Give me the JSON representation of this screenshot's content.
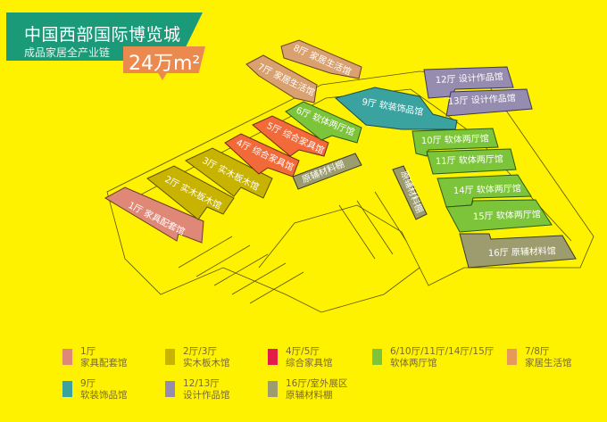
{
  "header": {
    "title": "中国西部国际博览城",
    "subtitle": "成品家居全产业链",
    "area": "24万m²"
  },
  "colors": {
    "background": "#fff200",
    "banner": "#1a9a78",
    "badge": "#ea8a4e",
    "hall_1": "#e08878",
    "hall_2_3": "#c8b400",
    "hall_4_5": "#e21d4a",
    "hall_4_5_map": "#f26a3a",
    "soft_furniture": "#7cc53a",
    "home_living": "#e59a5a",
    "hall_9": "#3aa3a0",
    "hall_12_13": "#968cb0",
    "materials": "#9c9c6e"
  },
  "map": {
    "halls": [
      {
        "id": "1",
        "label": "1厅 家具配套馆"
      },
      {
        "id": "2",
        "label": "2厅 实木板木馆"
      },
      {
        "id": "3",
        "label": "3厅 实木板木馆"
      },
      {
        "id": "4",
        "label": "4厅 综合家具馆"
      },
      {
        "id": "5",
        "label": "5厅 综合家具馆"
      },
      {
        "id": "6",
        "label": "6厅 软体两厅馆"
      },
      {
        "id": "7",
        "label": "7厅 家居生活馆"
      },
      {
        "id": "8",
        "label": "8厅 家居生活馆"
      },
      {
        "id": "9",
        "label": "9厅 软装饰品馆"
      },
      {
        "id": "10",
        "label": "10厅 软体两厅馆"
      },
      {
        "id": "11",
        "label": "11厅 软体两厅馆"
      },
      {
        "id": "12",
        "label": "12厅 设计作品馆"
      },
      {
        "id": "13",
        "label": "13厅 设计作品馆"
      },
      {
        "id": "14",
        "label": "14厅 软体两厅馆"
      },
      {
        "id": "15",
        "label": "15厅 软体两厅馆"
      },
      {
        "id": "16",
        "label": "16厅 原辅材料馆"
      }
    ],
    "sheds": [
      {
        "label": "原辅材料棚"
      },
      {
        "label": "原辅材料棚"
      }
    ]
  },
  "legend": [
    {
      "halls": "1厅",
      "name": "家具配套馆",
      "color": "#e08878"
    },
    {
      "halls": "2厅/3厅",
      "name": "实木板木馆",
      "color": "#c8b400"
    },
    {
      "halls": "4厅/5厅",
      "name": "综合家具馆",
      "color": "#e21d4a"
    },
    {
      "halls": "6/10厅/11厅/14厅/15厅",
      "name": "软体两厅馆",
      "color": "#7cc53a"
    },
    {
      "halls": "7/8厅",
      "name": "家居生活馆",
      "color": "#e59a5a"
    },
    {
      "halls": "9厅",
      "name": "软装饰品馆",
      "color": "#3aa3a0"
    },
    {
      "halls": "12/13厅",
      "name": "设计作品馆",
      "color": "#968cb0"
    },
    {
      "halls": "16厅/室外展区",
      "name": "原辅材料棚",
      "color": "#9c9c6e"
    }
  ]
}
